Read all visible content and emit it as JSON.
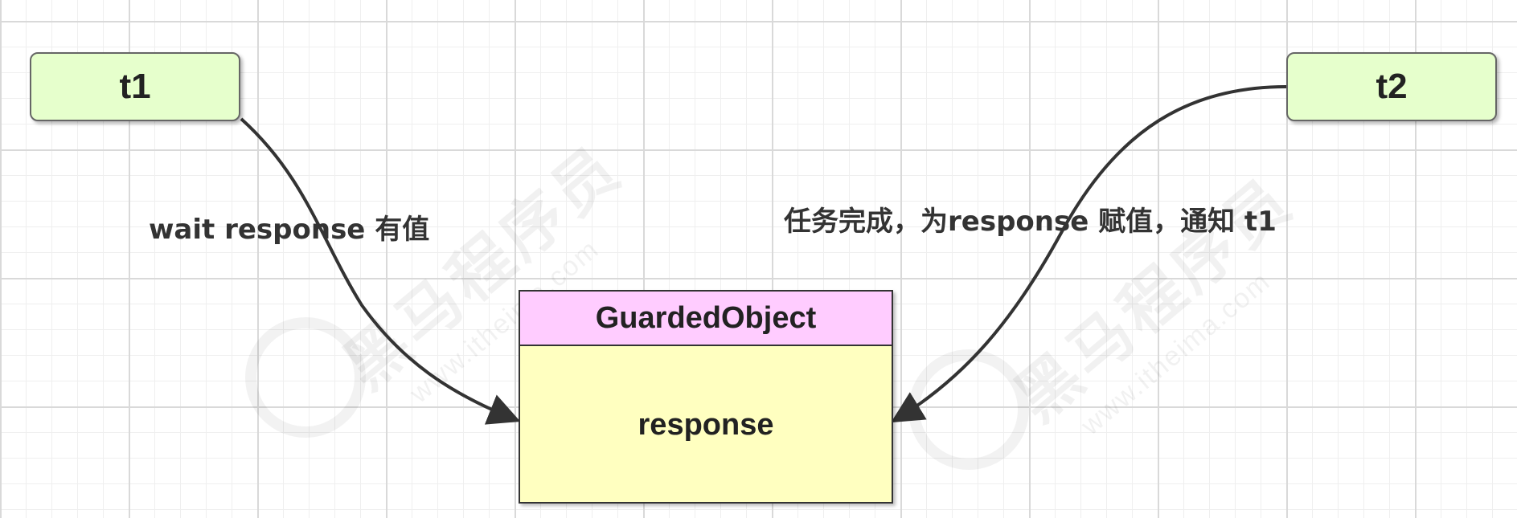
{
  "diagram": {
    "nodes": {
      "t1": {
        "label": "t1"
      },
      "t2": {
        "label": "t2"
      },
      "guarded_object": {
        "title": "GuardedObject",
        "field": "response"
      }
    },
    "edges": [
      {
        "from": "t1",
        "to": "guarded_object",
        "label": "wait response 有值"
      },
      {
        "from": "t2",
        "to": "guarded_object",
        "label": "任务完成，为response 赋值，通知 t1"
      }
    ],
    "colors": {
      "thread_node_fill": "#e6ffcc",
      "header_fill": "#ffccff",
      "body_fill": "#ffffc0",
      "edge_stroke": "#333333"
    }
  },
  "watermark": {
    "brand": "黑马程序员",
    "url": "www.itheima.com"
  }
}
